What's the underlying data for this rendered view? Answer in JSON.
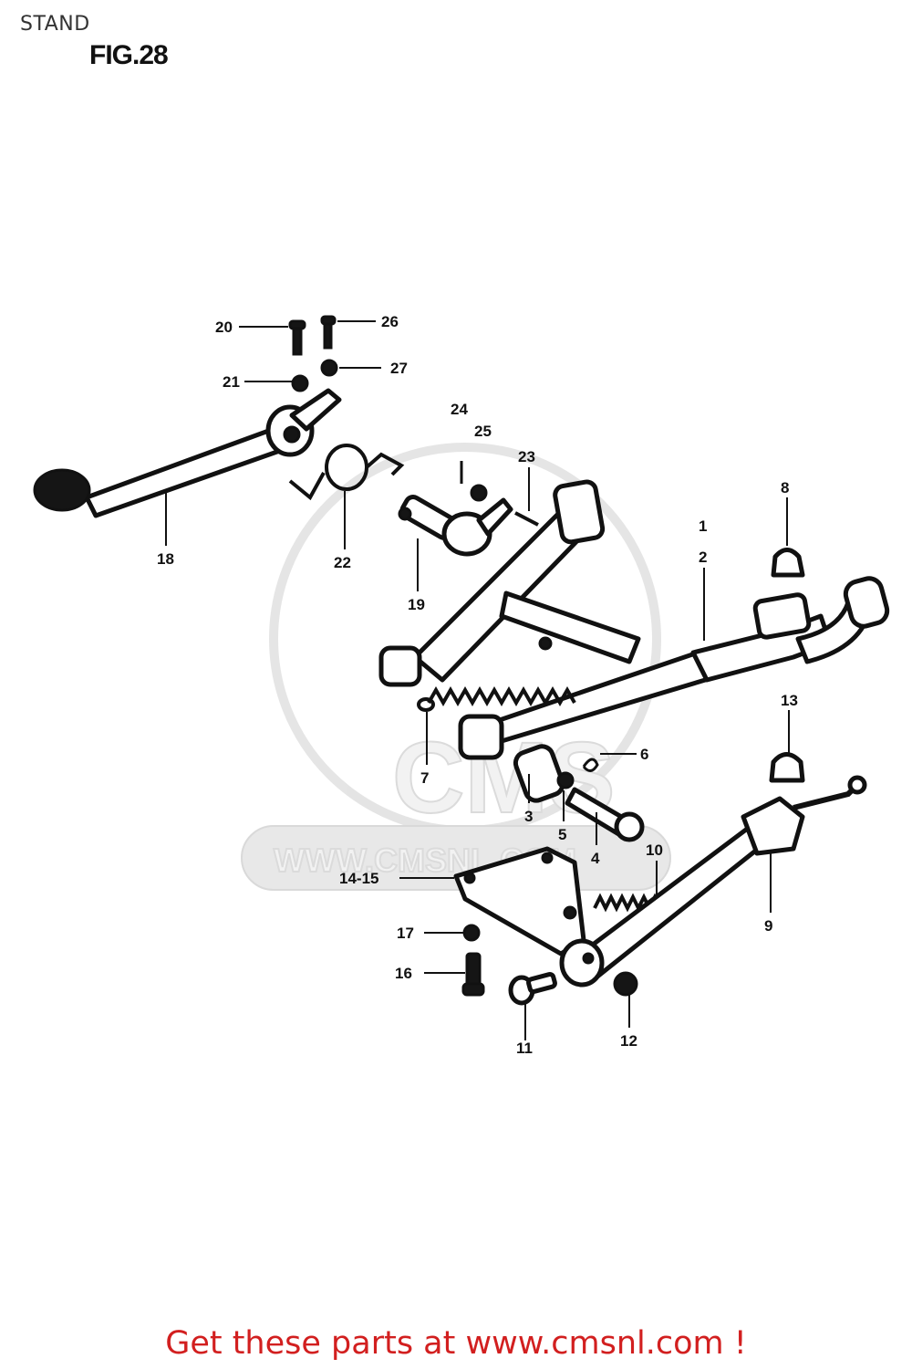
{
  "header": {
    "title": "STAND"
  },
  "figure": {
    "label": "FIG.28"
  },
  "watermark": {
    "text": "WWW.CMSNL.COM",
    "logo": "CMS"
  },
  "footer": {
    "link_text": "Get these parts at www.cmsnl.com !"
  },
  "colors": {
    "link": "#d21f1f",
    "ink": "#111111",
    "watermark": "#d8d8d8"
  },
  "callouts": {
    "c1": "1",
    "c2": "2",
    "c3": "3",
    "c4": "4",
    "c5": "5",
    "c6": "6",
    "c7": "7",
    "c8": "8",
    "c9": "9",
    "c10": "10",
    "c11": "11",
    "c12": "12",
    "c13": "13",
    "c14_15": "14-15",
    "c16": "16",
    "c17": "17",
    "c18": "18",
    "c19": "19",
    "c20": "20",
    "c21": "21",
    "c22": "22",
    "c23": "23",
    "c24": "24",
    "c25": "25",
    "c26": "26",
    "c27": "27"
  }
}
